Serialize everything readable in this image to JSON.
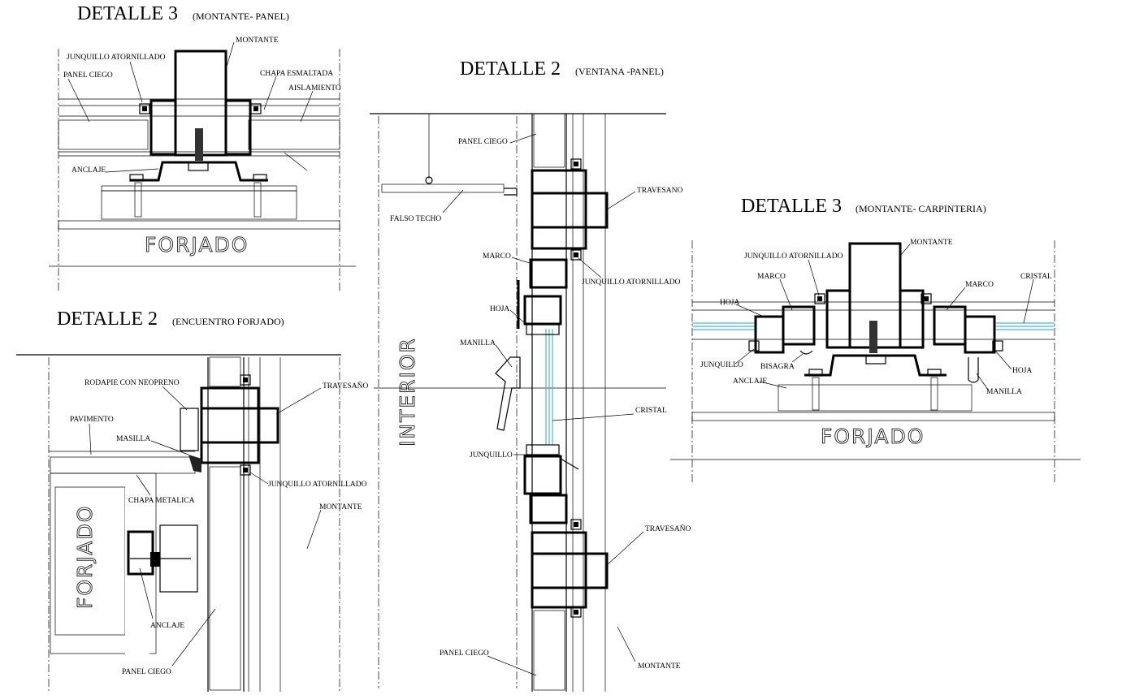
{
  "colors": {
    "ink": "#000000",
    "glass": "#4ab3d6",
    "slab_hatch": "#555555"
  },
  "detail_top_left": {
    "title_main": "DETALLE 3",
    "title_sub": "(MONTANTE- PANEL)",
    "labels": {
      "montante": "MONTANTE",
      "junquillo": "JUNQUILLO  ATORNILLADO",
      "panel_ciego": "PANEL CIEGO",
      "chapa": "CHAPA ESMALTADA",
      "aislamiento": "AISLAMIENTO",
      "anclaje": "ANCLAJE",
      "forjado": "FORJADO"
    }
  },
  "detail_bottom_left": {
    "title_main": "DETALLE 2",
    "title_sub": "(ENCUENTRO FORJADO)",
    "labels": {
      "rodapie": "RODAPIE CON NEOPRENO",
      "travesano": "TRAVESAÑO",
      "pavimento": "PAVIMENTO",
      "masilla": "MASILLA",
      "junquillo": "JUNQUILLO  ATORNILLADO",
      "chapa_metalica": "CHAPA METALICA",
      "montante": "MONTANTE",
      "forjado": "FORJADO",
      "anclaje": "ANCLAJE",
      "panel_ciego": "PANEL CIEGO"
    }
  },
  "detail_center": {
    "title_main": "DETALLE 2",
    "title_sub": "(VENTANA -PANEL)",
    "labels": {
      "panel_ciego_top": "PANEL CIEGO",
      "travesano_top": "TRAVESANO",
      "falso_techo": "FALSO TECHO",
      "marco": "MARCO",
      "junquillo_atornillado": "JUNQUILLO  ATORNILLADO",
      "hoja": "HOJA",
      "manilla": "MANILLA",
      "interior": "INTERIOR",
      "cristal": "CRISTAL",
      "junquillo": "JUNQUILLO",
      "travesano_bottom": "TRAVESAÑO",
      "panel_ciego_bottom": "PANEL CIEGO",
      "montante": "MONTANTE"
    }
  },
  "detail_right": {
    "title_main": "DETALLE 3",
    "title_sub": "(MONTANTE- CARPINTERIA)",
    "labels": {
      "montante": "MONTANTE",
      "junquillo_atornillado": "JUNQUILLO  ATORNILLADO",
      "marco_left": "MARCO",
      "marco_right": "MARCO",
      "cristal": "CRISTAL",
      "hoja_left": "HOJA",
      "junquillo": "JUNQUILLO",
      "bisagra": "BISAGRA",
      "hoja_right": "HOJA",
      "anclaje": "ANCLAJE",
      "manilla": "MANILLA",
      "forjado": "FORJADO"
    }
  }
}
